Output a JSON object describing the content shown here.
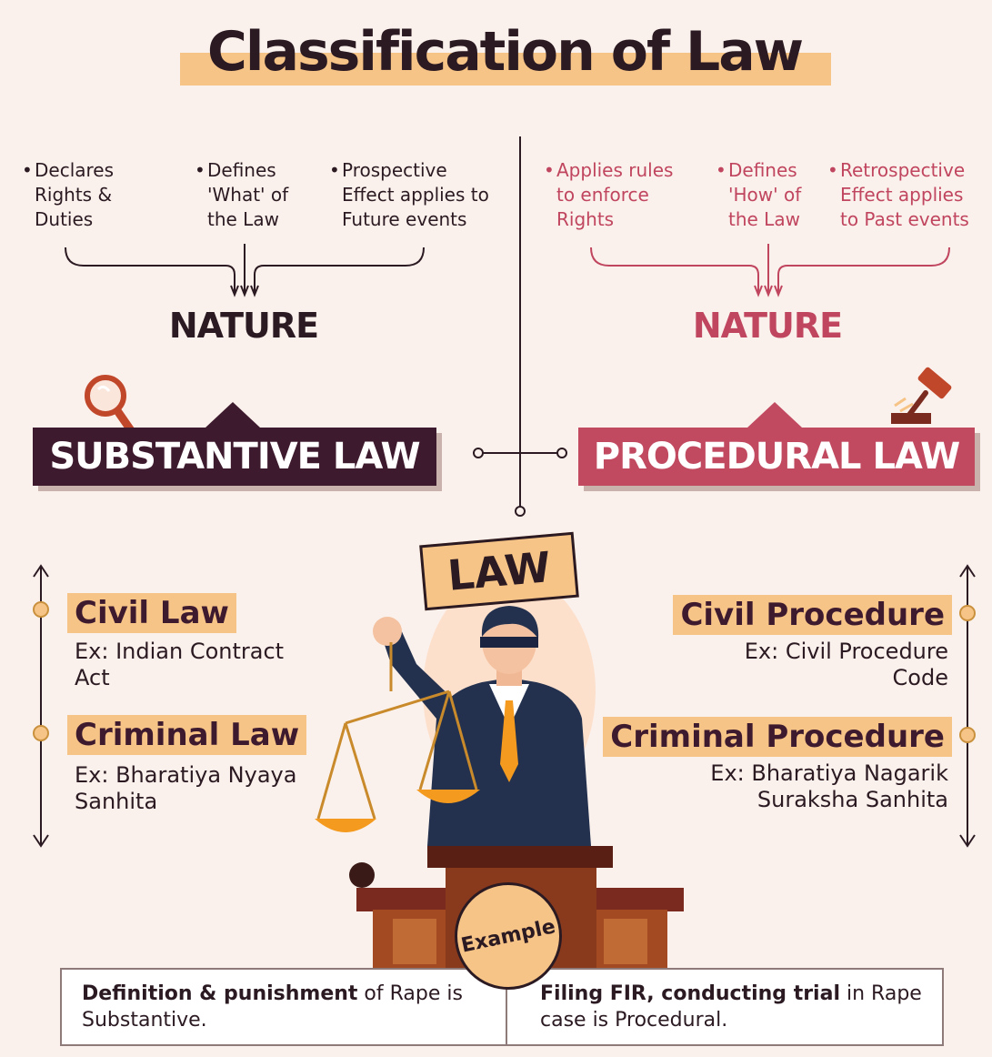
{
  "title": "Classification of Law",
  "substantive": {
    "label": "SUBSTANTIVE LAW",
    "nature": "NATURE",
    "bullets": [
      "Declares\nRights &\nDuties",
      "Defines\n'What' of\nthe Law",
      "Prospective\nEffect applies to\nFuture events"
    ],
    "categories": [
      {
        "name": "Civil Law",
        "example": "Ex: Indian Contract\nAct"
      },
      {
        "name": "Criminal Law",
        "example": "Ex: Bharatiya Nyaya\nSanhita"
      }
    ]
  },
  "procedural": {
    "label": "PROCEDURAL LAW",
    "nature": "NATURE",
    "bullets": [
      "Applies rules\nto enforce\nRights",
      "Defines\n'How' of\nthe Law",
      "Retrospective\nEffect applies\nto Past events"
    ],
    "categories": [
      {
        "name": "Civil Procedure",
        "example": "Ex: Civil Procedure\nCode"
      },
      {
        "name": "Criminal Procedure",
        "example": "Ex: Bharatiya Nagarik\nSuraksha Sanhita"
      }
    ]
  },
  "center_tag": "LAW",
  "example": {
    "badge": "Example",
    "left_bold": "Definition & punishment",
    "left_rest": " of Rape is Substantive.",
    "right_bold": "Filing FIR, conducting trial",
    "right_rest": " in Rape case is Procedural."
  },
  "colors": {
    "background": "#fbf1ec",
    "dark": "#3e1a2e",
    "red": "#c14a61",
    "accent": "#f7c487",
    "orange": "#f39a1f",
    "suit": "#23314f"
  },
  "icons": [
    "magnifier-icon",
    "gavel-icon",
    "arrow-up-icon",
    "arrow-down-icon",
    "scales-icon",
    "judge-figure"
  ]
}
